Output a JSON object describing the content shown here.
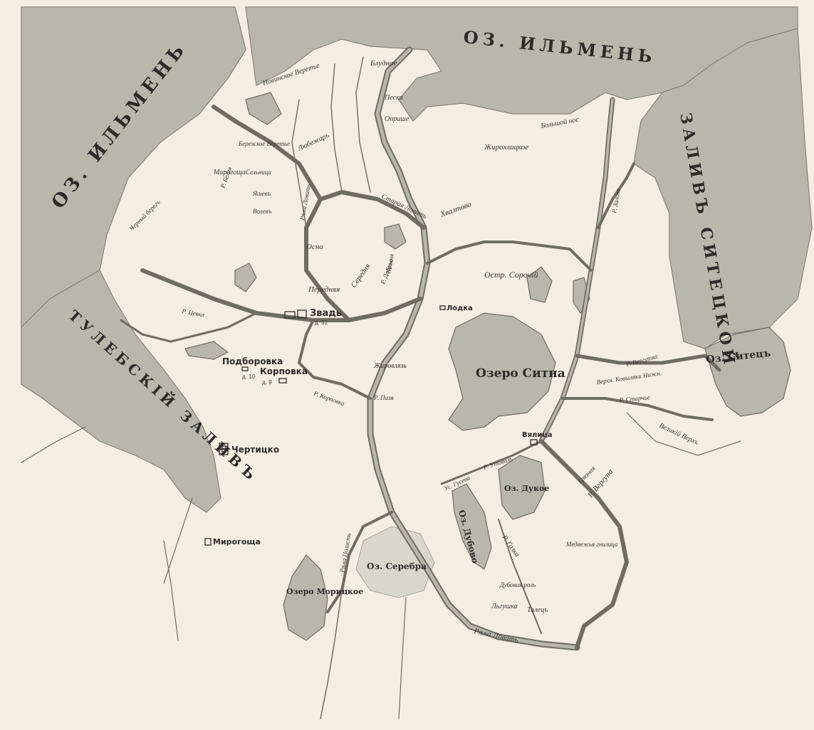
{
  "map": {
    "lakes": {
      "ilmen_nw": "ОЗ. ИЛЬМЕНЬ",
      "ilmen_ne": "ОЗ. ИЛЬМЕНЬ",
      "sitna": "Озеро Ситна",
      "sitets": "Оз. Ситецъ",
      "dukoe": "Оз. Дукое",
      "dubovo": "Оз. Дубово",
      "serebra": "Оз. Серебра",
      "moritskoe": "Озеро Морицкое"
    },
    "bays": {
      "tuleb": "ТУЛЕБСКІЙ ЗАЛИВЪ",
      "sitets_bay": "ЗАЛИВЪ СИТЕЦКОЙ"
    },
    "villages": [
      {
        "id": "zvad",
        "name": "Звадь",
        "sub": "д. 51"
      },
      {
        "id": "podborovka",
        "name": "Подборовка",
        "sub": "д. 10"
      },
      {
        "id": "korpovka",
        "name": "Корповка",
        "sub": "д. 9"
      },
      {
        "id": "chertitsko",
        "name": "Чертицко",
        "sub": ""
      },
      {
        "id": "mirogoshcha",
        "name": "Мирогоща",
        "sub": ""
      },
      {
        "id": "lodka",
        "name": "Лодка",
        "sub": ""
      },
      {
        "id": "vyaltsa",
        "name": "Вялица",
        "sub": ""
      }
    ],
    "places": {
      "blud": "Блудное",
      "novinskoe": "Новинское Веретье",
      "berezskoe": "Березское Веретье",
      "zhirokh": "Жирохлицкое",
      "bolshoy_nos": "Большой нос",
      "hvaltovo": "Хвалтово",
      "ostr_soroch": "Остр. Сорочій",
      "mirogoshcha_small": "Мирогоща",
      "cherny_bereg": "Черный берегъ",
      "lyubezhar": "Любежаръ",
      "opryshe": "Оприше",
      "pesky": "Пески",
      "velikiy_verkh": "Великій Верхъ",
      "talets": "Талецъ",
      "lgushka": "Льгушка",
      "dubovaya": "Дубовая роль",
      "medvezhie": "Медвежья гнилица",
      "sonets": "Сельница",
      "yasheve": "Яшевъ",
      "volevo": "Волевъ",
      "osna": "Осна",
      "peredniya": "Передняя",
      "serednya": "Середня",
      "zhirovlyaz": "Жировлязь",
      "nizhnya": "Нижня"
    },
    "rivers": {
      "lovat": "Рѣка Ловать",
      "staraya_lovat": "Старая Ловать",
      "r_tsevka": "Р. Цевка",
      "r_korpovka": "Р. Корповка",
      "r_verguna": "Р. Вергуна",
      "r_galka": "Р. Галка",
      "r_utovat": "Р. Утоваль",
      "r_zalova": "Р. Залова",
      "r_starchie": "Р. Старчье",
      "r_verguta": "Р. Вергутка",
      "r_pizia": "Р. Пизя",
      "r_dobrya": "Р. Добрья",
      "r_polist": "Рѣка Полисть",
      "gryaznaya": "Грязная",
      "reka_lovat_upper": "Рѣка Ловать",
      "r_boloya": "Р. Белая",
      "r_kovylaki": "Верхн. Ковыляки Нижн.",
      "r_gruzdeva": "Ус. Гусева"
    },
    "colors": {
      "paper": "#f4ede2",
      "water": "#b9b6ab",
      "ink": "#2d2b27"
    }
  }
}
